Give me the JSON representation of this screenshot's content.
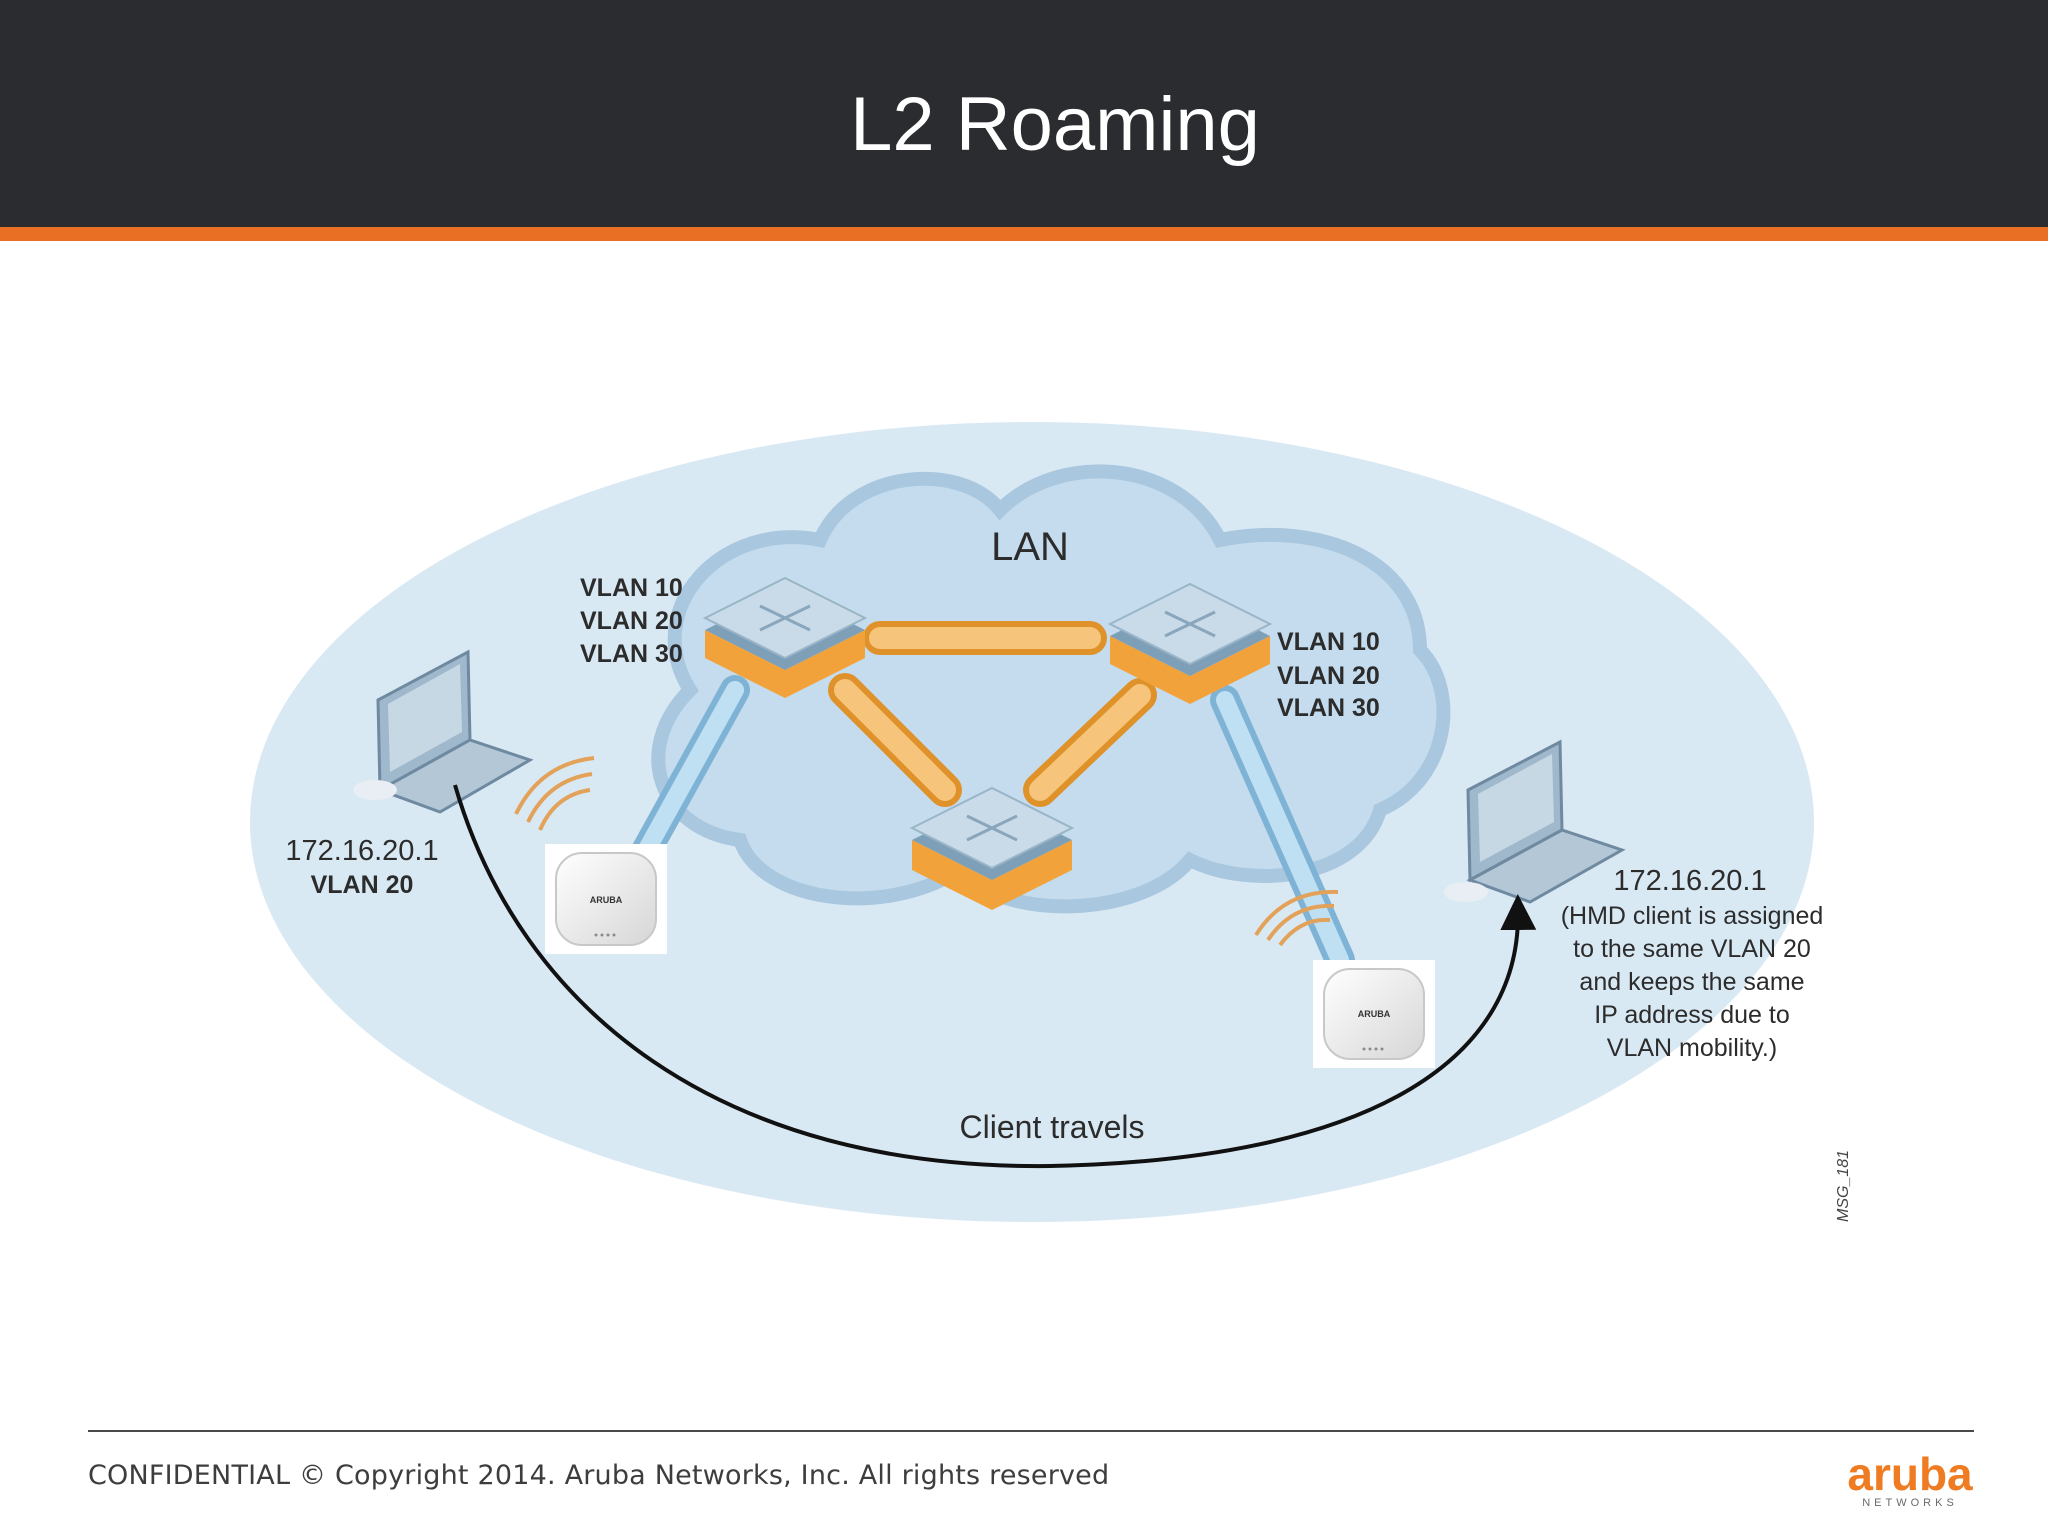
{
  "title": "L2 Roaming",
  "diagram": {
    "cloud_label": "LAN",
    "switch_left_vlans": [
      "VLAN 10",
      "VLAN 20",
      "VLAN 30"
    ],
    "switch_right_vlans": [
      "VLAN 10",
      "VLAN 20",
      "VLAN 30"
    ],
    "client_left": {
      "ip": "172.16.20.1",
      "vlan": "VLAN 20"
    },
    "client_right": {
      "ip": "172.16.20.1",
      "note_lines": [
        "(HMD client is assigned",
        "to the same VLAN 20",
        "and keeps the same",
        "IP address due to",
        "VLAN mobility.)"
      ]
    },
    "travel_label": "Client travels",
    "figure_id": "MSG_181",
    "ap_brand": "ARUBA"
  },
  "footer": {
    "confidential": "CONFIDENTIAL © Copyright 2014. Aruba Networks, Inc. All rights reserved",
    "logo": "aruba",
    "logo_sub": "NETWORKS"
  },
  "colors": {
    "header_bg": "#2b2c30",
    "accent": "#e86f24",
    "ellipse": "#d9e9f4",
    "link_orange": "#f5b45a",
    "link_blue": "#a9d4ee",
    "logo": "#ef7b22"
  }
}
